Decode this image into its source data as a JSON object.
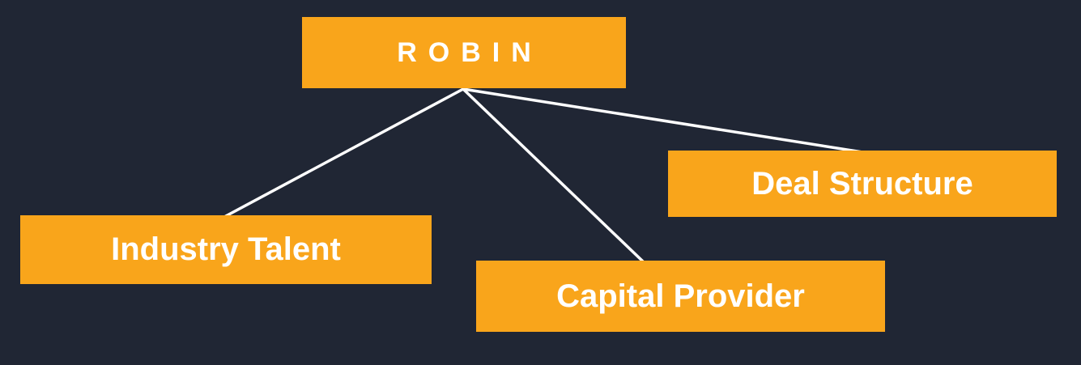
{
  "diagram": {
    "root": {
      "label": "ROBIN"
    },
    "children": [
      {
        "label": "Industry Talent"
      },
      {
        "label": "Capital Provider"
      },
      {
        "label": "Deal Structure"
      }
    ],
    "colors": {
      "background": "#202634",
      "node_fill": "#F9A51B",
      "node_text": "#FFFFFF",
      "connector": "#FFFFFF"
    }
  }
}
